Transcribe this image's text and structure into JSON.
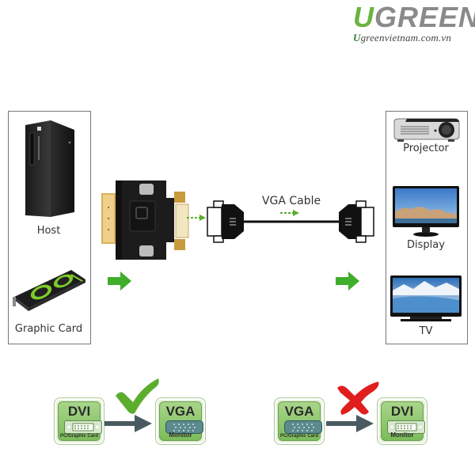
{
  "brand": {
    "logo_first_letter": "U",
    "logo_rest": "GREEN",
    "url_first_letter": "U",
    "url_rest": "greenvietnam.com.vn",
    "accent_color": "#6cb33f"
  },
  "sources": {
    "items": [
      {
        "label": "Host",
        "icon": "desktop-tower-icon"
      },
      {
        "label": "Graphic Card",
        "icon": "graphics-card-icon"
      }
    ]
  },
  "center": {
    "adapter_icon": "dvi-to-vga-adapter-icon",
    "cable_label": "VGA Cable"
  },
  "destinations": {
    "items": [
      {
        "label": "Projector",
        "icon": "projector-icon"
      },
      {
        "label": "Display",
        "icon": "monitor-icon"
      },
      {
        "label": "TV",
        "icon": "tv-icon"
      }
    ]
  },
  "compatibility": [
    {
      "status": "supported",
      "status_icon": "checkmark-icon",
      "status_color": "#5cad2e",
      "from": {
        "title": "DVI",
        "subtitle": "PC/Graphic Card",
        "port": "dvi"
      },
      "to": {
        "title": "VGA",
        "subtitle": "Monitor",
        "port": "vga"
      }
    },
    {
      "status": "not-supported",
      "status_icon": "cross-icon",
      "status_color": "#e01e1e",
      "from": {
        "title": "VGA",
        "subtitle": "PC/Graphic Card",
        "port": "vga"
      },
      "to": {
        "title": "DVI",
        "subtitle": "Monitor",
        "port": "dvi"
      }
    }
  ]
}
